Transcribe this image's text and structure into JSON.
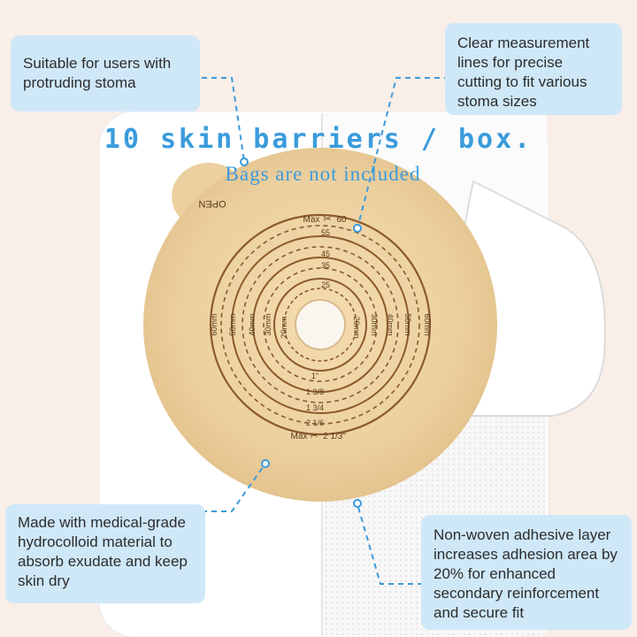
{
  "callouts": {
    "top_left": "Suitable for users with protruding stoma",
    "top_right": "Clear measurement lines for precise cutting to fit various stoma sizes",
    "bottom_left": "Made with medical-grade hydrocolloid material to absorb exudate and keep skin dry",
    "bottom_right": "Non-woven adhesive layer increases adhesion area by 20% for enhanced secondary reinforcement and secure fit"
  },
  "headline": {
    "title": "10 skin barriers / box.",
    "subtitle": "Bags are not included"
  },
  "barrier": {
    "tab_label": "OPEN",
    "max_top": "Max",
    "max_top_value": "60",
    "max_bottom": "Max",
    "max_bottom_value": "2 1/3\"",
    "top_scale": [
      "55",
      "45",
      "35",
      "25"
    ],
    "bottom_scale": [
      "1\"",
      "1 3/8",
      "1 3/4",
      "2 1/6"
    ],
    "left_scale": [
      "60mm",
      "50mm",
      "40mm",
      "30mm",
      "20mm"
    ],
    "right_scale": [
      "20mm",
      "30mm",
      "40mm",
      "50mm",
      "60mm"
    ]
  },
  "colors": {
    "background": "#f9eee8",
    "accent": "#3a9bdc",
    "callout_bg": "#cfe8f8",
    "hydrocolloid": "#e9cc9a",
    "guide_lines": "#8b5a2b"
  }
}
